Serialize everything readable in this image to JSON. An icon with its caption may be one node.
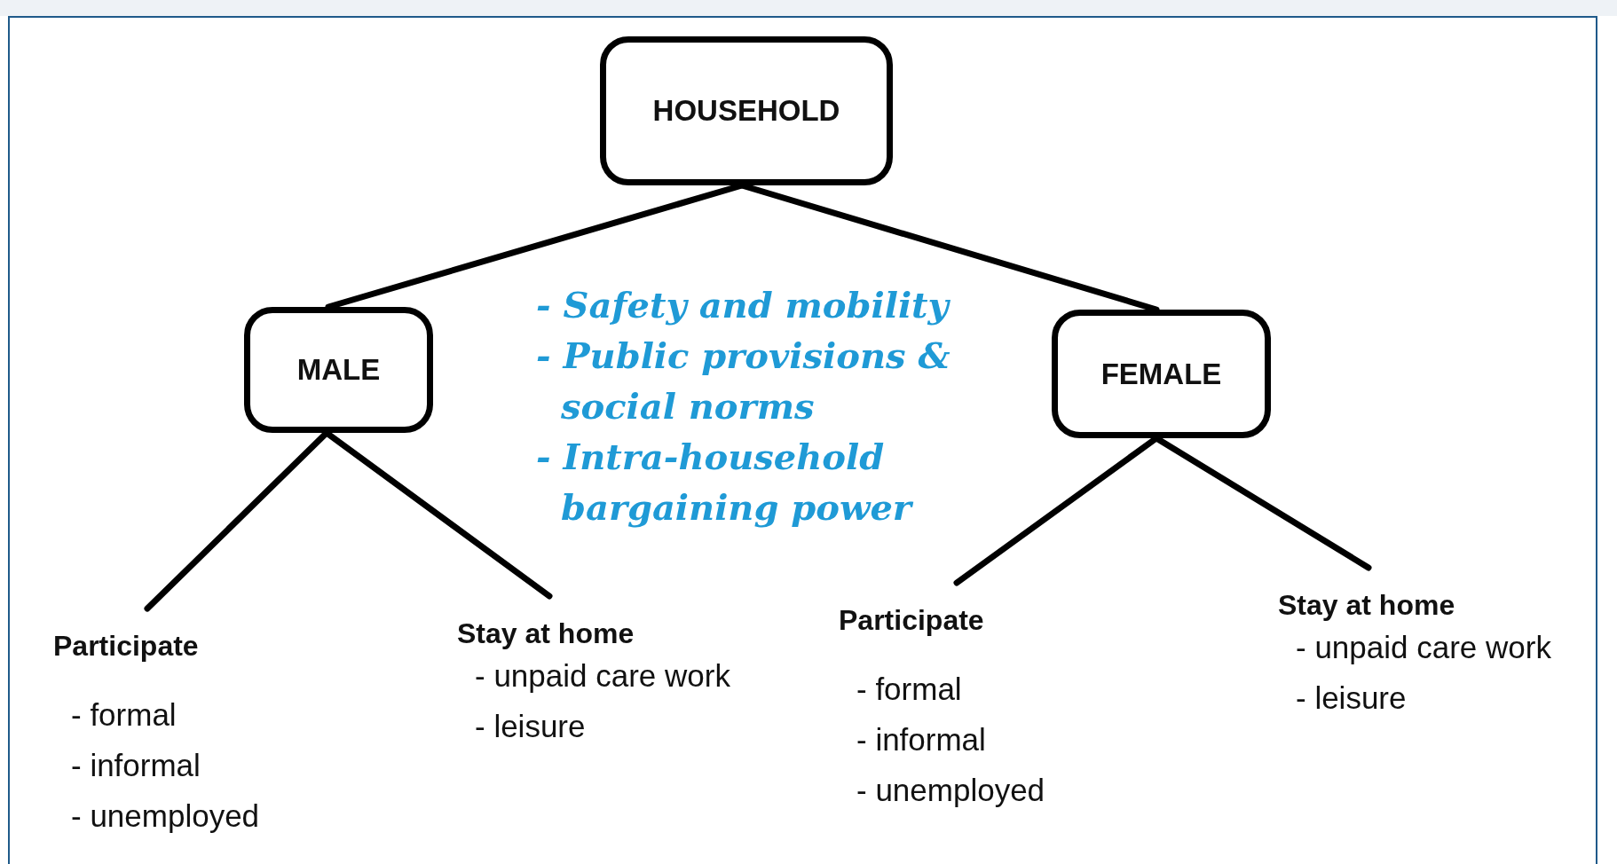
{
  "diagram": {
    "nodes": [
      {
        "text": [
          "HOUSEHOLD"
        ]
      },
      {
        "text": [
          "MALE"
        ]
      },
      {
        "text": [
          "FEMALE"
        ]
      },
      {
        "text": [
          "Participate",
          "- formal",
          "- informal",
          "- unemployed"
        ]
      },
      {
        "text": [
          "Stay at home",
          "- unpaid care work",
          "- leisure"
        ]
      },
      {
        "text": [
          "Participate",
          "- formal",
          "- informal",
          "- unemployed"
        ]
      },
      {
        "text": [
          "Stay at home",
          "- unpaid care work",
          "- leisure"
        ]
      }
    ],
    "edges": [
      {
        "from": 0,
        "to": 1,
        "arrow": "none"
      },
      {
        "from": 0,
        "to": 2,
        "arrow": "none"
      },
      {
        "from": 1,
        "to": 3,
        "arrow": "none"
      },
      {
        "from": 1,
        "to": 4,
        "arrow": "none"
      },
      {
        "from": 2,
        "to": 5,
        "arrow": "none"
      },
      {
        "from": 2,
        "to": 6,
        "arrow": "none"
      }
    ],
    "labels": [
      "- Safety and mobility",
      "- Public provisions & social norms",
      "- Intra-household bargaining power"
    ]
  }
}
